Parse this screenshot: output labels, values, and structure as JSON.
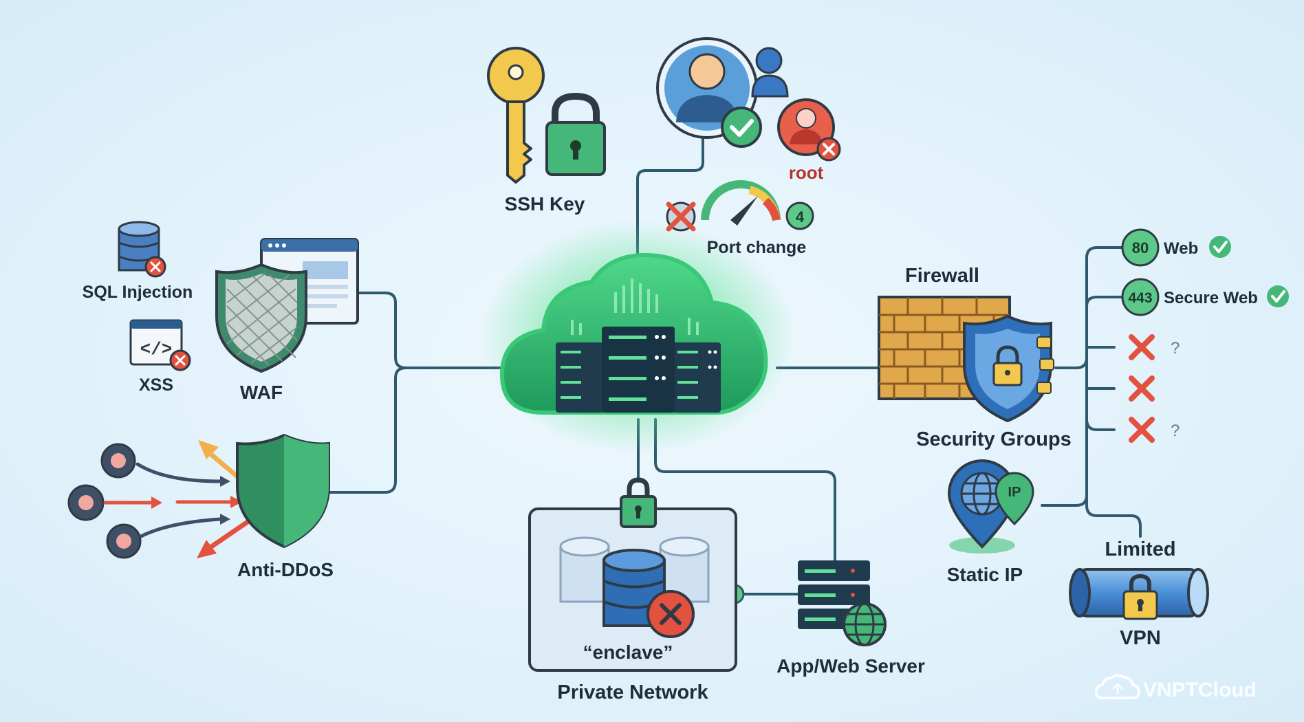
{
  "labels": {
    "ssh_key": "SSH Key",
    "root": "root",
    "port_change": "Port change",
    "port_badge": "4",
    "firewall": "Firewall",
    "security_groups": "Security Groups",
    "sql_injection": "SQL Injection",
    "xss": "XSS",
    "xss_code": "</>",
    "waf": "WAF",
    "anti_ddos": "Anti-DDoS",
    "enclave": "“enclave”",
    "private_network": "Private Network",
    "app_web_server": "App/Web Server",
    "static_ip": "Static IP",
    "ip_badge": "IP",
    "limited": "Limited",
    "vpn": "VPN",
    "brand": "VNPTCloud"
  },
  "ports": [
    {
      "number": "80",
      "label": "Web",
      "allowed": true
    },
    {
      "number": "443",
      "label": "Secure Web",
      "allowed": true
    },
    {
      "number": "",
      "label": "?",
      "allowed": false
    },
    {
      "number": "",
      "label": "",
      "allowed": false
    },
    {
      "number": "",
      "label": "?",
      "allowed": false
    }
  ],
  "colors": {
    "line": "#2f5a6e",
    "cloud": "#2fbf71",
    "cloud_dark": "#1c8f55",
    "server": "#1f3b4d",
    "accent_green": "#5cc98a",
    "deny_red": "#e3523e",
    "key_yellow": "#f2c94c",
    "shield_blue": "#4a90d9",
    "brick": "#e0a84a"
  },
  "icons": [
    "cloud-server-icon",
    "key-icon",
    "padlock-icon",
    "user-icon",
    "check-icon",
    "root-user-icon",
    "gauge-icon",
    "firewall-icon",
    "shield-icon",
    "database-icon",
    "code-icon",
    "browser-icon",
    "bug-icon",
    "globe-pin-icon",
    "vpn-tunnel-icon",
    "server-icon",
    "cloud-logo-icon"
  ]
}
